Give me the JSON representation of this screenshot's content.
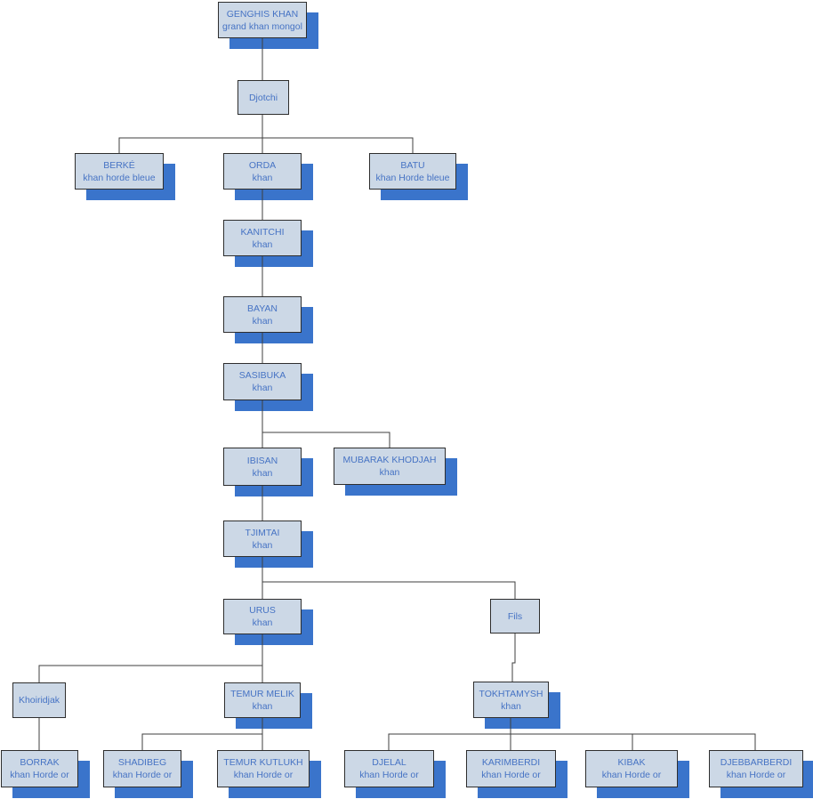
{
  "diagram": {
    "type": "family-tree",
    "subject": "Descendance de Genghis Khan",
    "colors": {
      "node_fill": "#ccd8e6",
      "node_border": "#2e2e2e",
      "node_text": "#4673c4",
      "node_shadow": "#3a74cb",
      "connector_line": "#3f3f3f",
      "background": "#ffffff"
    },
    "nodes": {
      "genghis_khan": {
        "title": "GENGHIS KHAN",
        "subtitle": "grand khan mongol"
      },
      "djotchi": {
        "title": "Djotchi"
      },
      "berke": {
        "title": "BERKÉ",
        "subtitle": "khan horde bleue"
      },
      "orda": {
        "title": "ORDA",
        "subtitle": "khan"
      },
      "batu": {
        "title": "BATU",
        "subtitle": "khan Horde bleue"
      },
      "kanitchi": {
        "title": "KANITCHI",
        "subtitle": "khan"
      },
      "bayan": {
        "title": "BAYAN",
        "subtitle": "khan"
      },
      "sasibuka": {
        "title": "SASIBUKA",
        "subtitle": "khan"
      },
      "ibisan": {
        "title": "IBISAN",
        "subtitle": "khan"
      },
      "mubarak_khodjah": {
        "title": "MUBARAK KHODJAH",
        "subtitle": "khan"
      },
      "tjimtai": {
        "title": "TJIMTAI",
        "subtitle": "khan"
      },
      "urus": {
        "title": "URUS",
        "subtitle": "khan"
      },
      "fils": {
        "title": "Fils"
      },
      "khoiridjak": {
        "title": "Khoiridjak"
      },
      "temur_melik": {
        "title": "TEMUR MELIK",
        "subtitle": "khan"
      },
      "tokhtamysh": {
        "title": "TOKHTAMYSH",
        "subtitle": "khan"
      },
      "borrak": {
        "title": "BORRAK",
        "subtitle": "khan Horde or"
      },
      "shadibeg": {
        "title": "SHADIBEG",
        "subtitle": "khan Horde or"
      },
      "temur_kutlukh": {
        "title": "TEMUR KUTLUKH",
        "subtitle": "khan Horde or"
      },
      "djelal": {
        "title": "DJELAL",
        "subtitle": "khan Horde or"
      },
      "karimberdi": {
        "title": "KARIMBERDI",
        "subtitle": "khan Horde or"
      },
      "kibak": {
        "title": "KIBAK",
        "subtitle": "khan Horde or"
      },
      "djebbarberdi": {
        "title": "DJEBBARBERDI",
        "subtitle": "khan Horde or"
      }
    },
    "edges": [
      {
        "parent": "genghis_khan",
        "child": "djotchi"
      },
      {
        "parent": "djotchi",
        "child": "berke"
      },
      {
        "parent": "djotchi",
        "child": "orda"
      },
      {
        "parent": "djotchi",
        "child": "batu"
      },
      {
        "parent": "orda",
        "child": "kanitchi"
      },
      {
        "parent": "kanitchi",
        "child": "bayan"
      },
      {
        "parent": "bayan",
        "child": "sasibuka"
      },
      {
        "parent": "sasibuka",
        "child": "ibisan"
      },
      {
        "parent": "sasibuka",
        "child": "mubarak_khodjah"
      },
      {
        "parent": "ibisan",
        "child": "tjimtai"
      },
      {
        "parent": "tjimtai",
        "child": "urus"
      },
      {
        "parent": "tjimtai",
        "child": "fils"
      },
      {
        "parent": "urus",
        "child": "khoiridjak"
      },
      {
        "parent": "urus",
        "child": "temur_melik"
      },
      {
        "parent": "fils",
        "child": "tokhtamysh"
      },
      {
        "parent": "khoiridjak",
        "child": "borrak"
      },
      {
        "parent": "temur_melik",
        "child": "shadibeg"
      },
      {
        "parent": "temur_melik",
        "child": "temur_kutlukh"
      },
      {
        "parent": "tokhtamysh",
        "child": "djelal"
      },
      {
        "parent": "tokhtamysh",
        "child": "karimberdi"
      },
      {
        "parent": "tokhtamysh",
        "child": "kibak"
      },
      {
        "parent": "tokhtamysh",
        "child": "djebbarberdi"
      }
    ]
  }
}
